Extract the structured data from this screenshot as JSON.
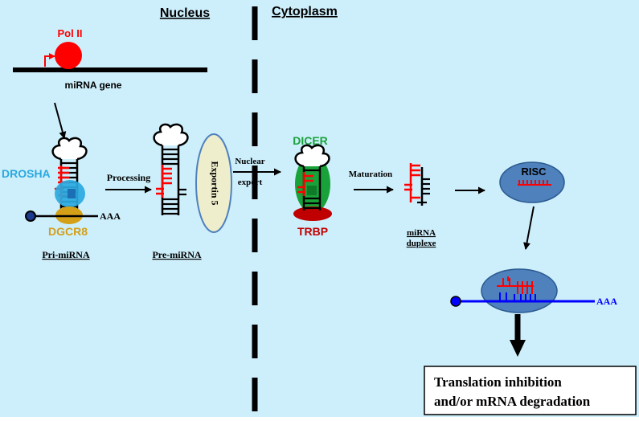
{
  "headers": {
    "nucleus": "Nucleus",
    "cytoplasm": "Cytoplasm"
  },
  "gene": {
    "polymerase": "Pol II",
    "gene_label": "miRNA gene"
  },
  "pri": {
    "drosha": "DROSHA",
    "dgcr8": "DGCR8",
    "tail": "AAA",
    "name": "Pri-miRNA"
  },
  "steps": {
    "processing": "Processing",
    "export_line1": "Nuclear",
    "export_line2": "export",
    "maturation": "Maturation"
  },
  "pre": {
    "name": "Pre-miRNA",
    "exportin": "Exportin 5"
  },
  "dicer": {
    "dicer": "DICER",
    "trbp": "TRBP"
  },
  "duplex": {
    "line1": "miRNA",
    "line2": "duplexe"
  },
  "risc": {
    "label": "RISC"
  },
  "mrna": {
    "tail": "AAA"
  },
  "result": {
    "line1": "Translation inhibition",
    "line2": "and/or mRNA degradation"
  },
  "colors": {
    "background": "#cdeefb",
    "pol_red": "#ff0000",
    "strand_red": "#ff0000",
    "drosha_blue": "#2aa9df",
    "dgcr8_gold": "#d4a017",
    "dicer_green": "#1aa23a",
    "trbp_red": "#c00000",
    "risc_blue": "#4f81bd",
    "mrna_blue": "#0000ff",
    "exportin_fill": "#eeeecc"
  }
}
